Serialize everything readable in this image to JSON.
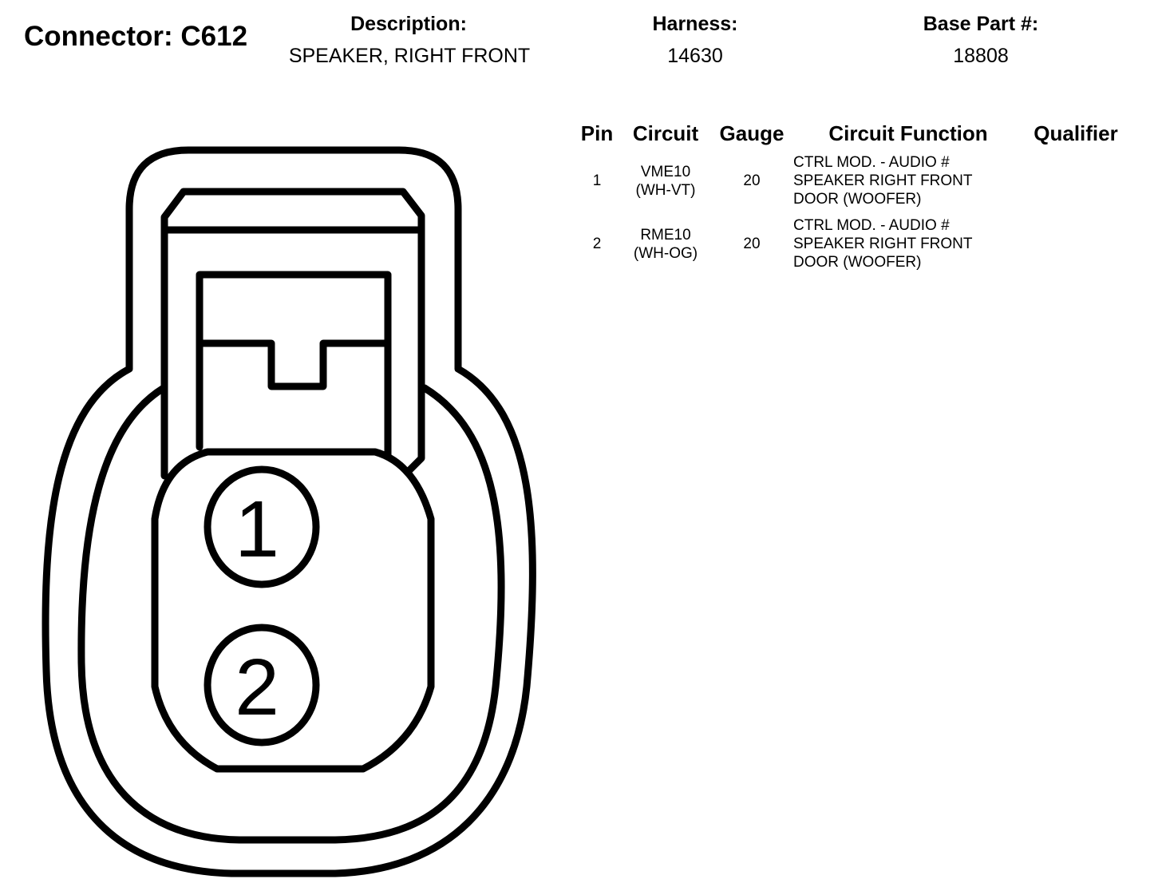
{
  "header": {
    "connector_label": "Connector: C612",
    "description_label": "Description:",
    "description_value": "SPEAKER, RIGHT FRONT",
    "harness_label": "Harness:",
    "harness_value": "14630",
    "base_part_label": "Base Part #:",
    "base_part_value": "18808"
  },
  "table": {
    "columns": [
      "Pin",
      "Circuit",
      "Gauge",
      "Circuit Function",
      "Qualifier"
    ],
    "rows": [
      {
        "pin": "1",
        "circuit": [
          "VME10",
          "(WH-VT)"
        ],
        "gauge": "20",
        "function": [
          "CTRL MOD. - AUDIO #",
          "SPEAKER RIGHT FRONT",
          "DOOR (WOOFER)"
        ],
        "qualifier": ""
      },
      {
        "pin": "2",
        "circuit": [
          "RME10",
          "(WH-OG)"
        ],
        "gauge": "20",
        "function": [
          "CTRL MOD. - AUDIO #",
          "SPEAKER RIGHT FRONT",
          "DOOR (WOOFER)"
        ],
        "qualifier": ""
      }
    ]
  },
  "connector_face": {
    "pins": [
      "1",
      "2"
    ]
  }
}
